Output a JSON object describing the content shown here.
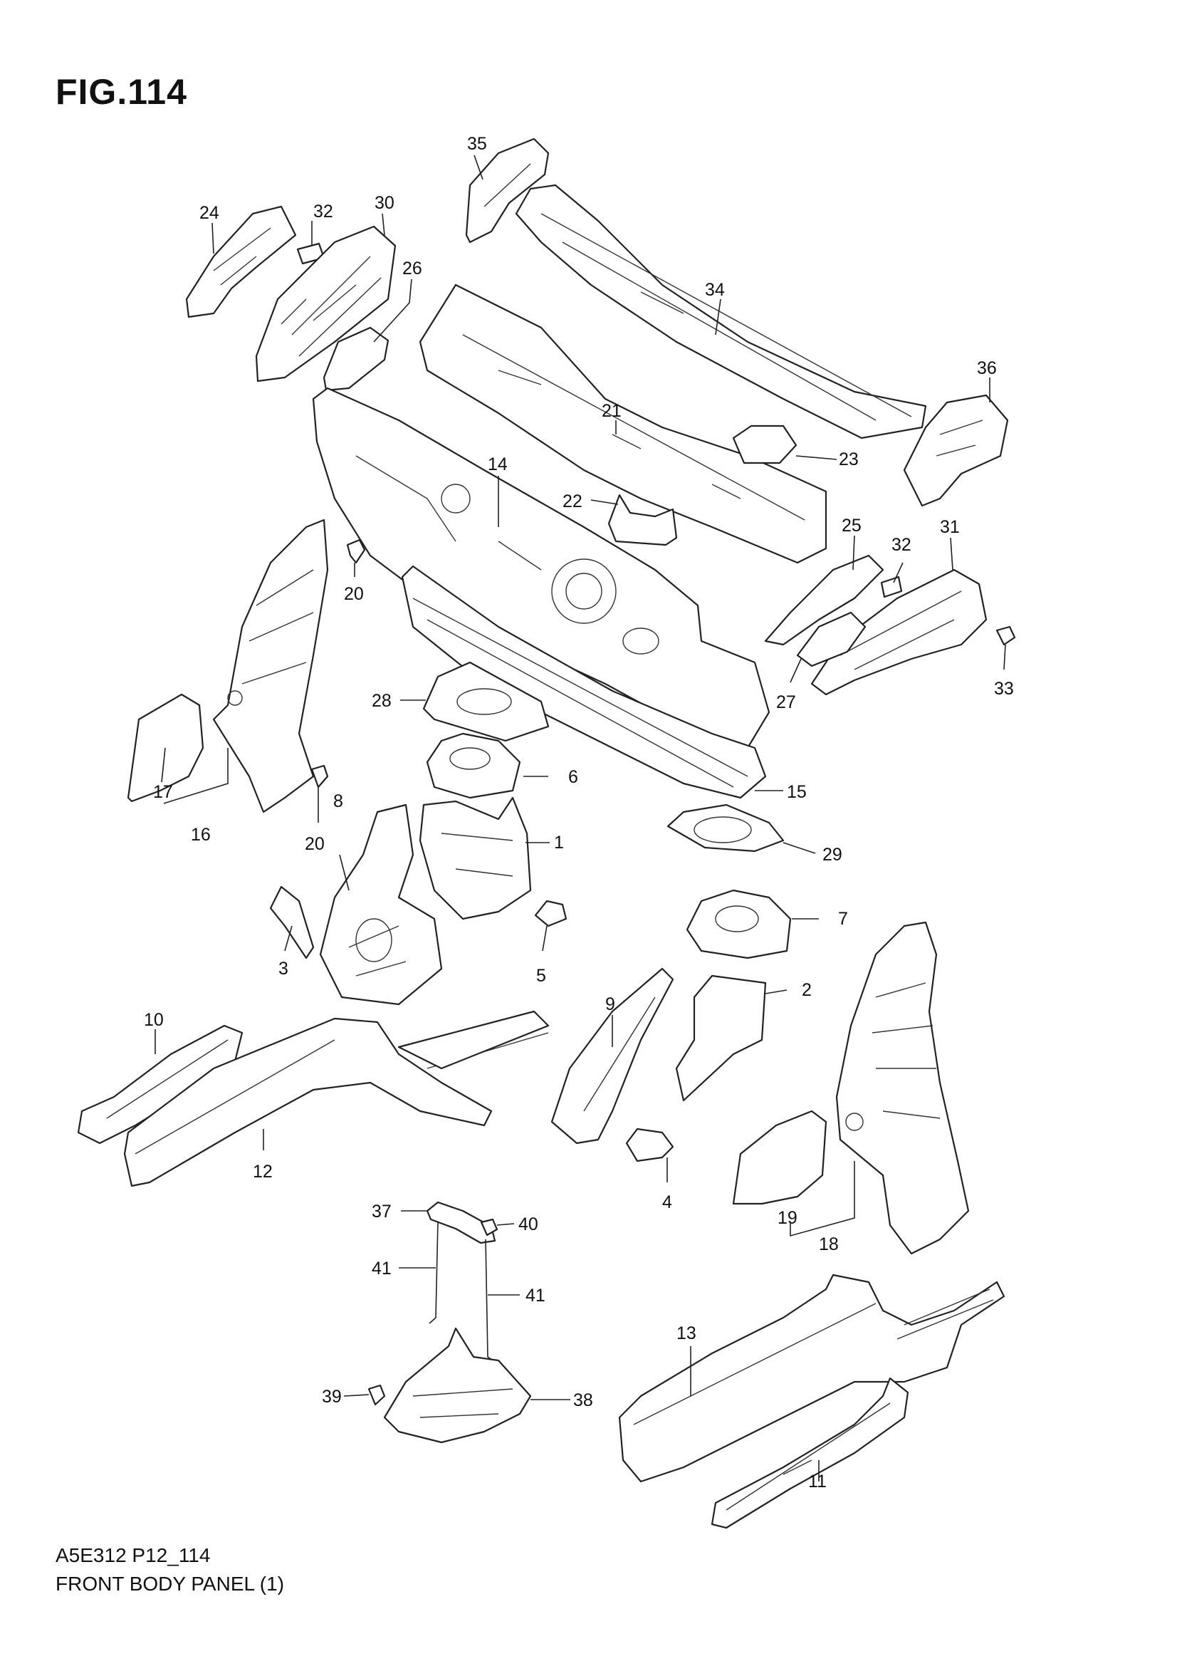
{
  "figure": {
    "title": "FIG.114",
    "code": "A5E312 P12_114",
    "name": "FRONT BODY PANEL (1)"
  },
  "callouts": {
    "c1": "1",
    "c2": "2",
    "c3": "3",
    "c4": "4",
    "c5": "5",
    "c6": "6",
    "c7": "7",
    "c8": "8",
    "c9": "9",
    "c10": "10",
    "c11": "11",
    "c12": "12",
    "c13": "13",
    "c14": "14",
    "c15": "15",
    "c16": "16",
    "c17": "17",
    "c18": "18",
    "c19": "19",
    "c20a": "20",
    "c20b": "20",
    "c21": "21",
    "c22": "22",
    "c23": "23",
    "c24": "24",
    "c25": "25",
    "c26": "26",
    "c27": "27",
    "c28": "28",
    "c29": "29",
    "c30": "30",
    "c31": "31",
    "c32a": "32",
    "c32b": "32",
    "c33": "33",
    "c34": "34",
    "c35": "35",
    "c36": "36",
    "c37": "37",
    "c38": "38",
    "c39": "39",
    "c40": "40",
    "c41a": "41",
    "c41b": "41"
  }
}
